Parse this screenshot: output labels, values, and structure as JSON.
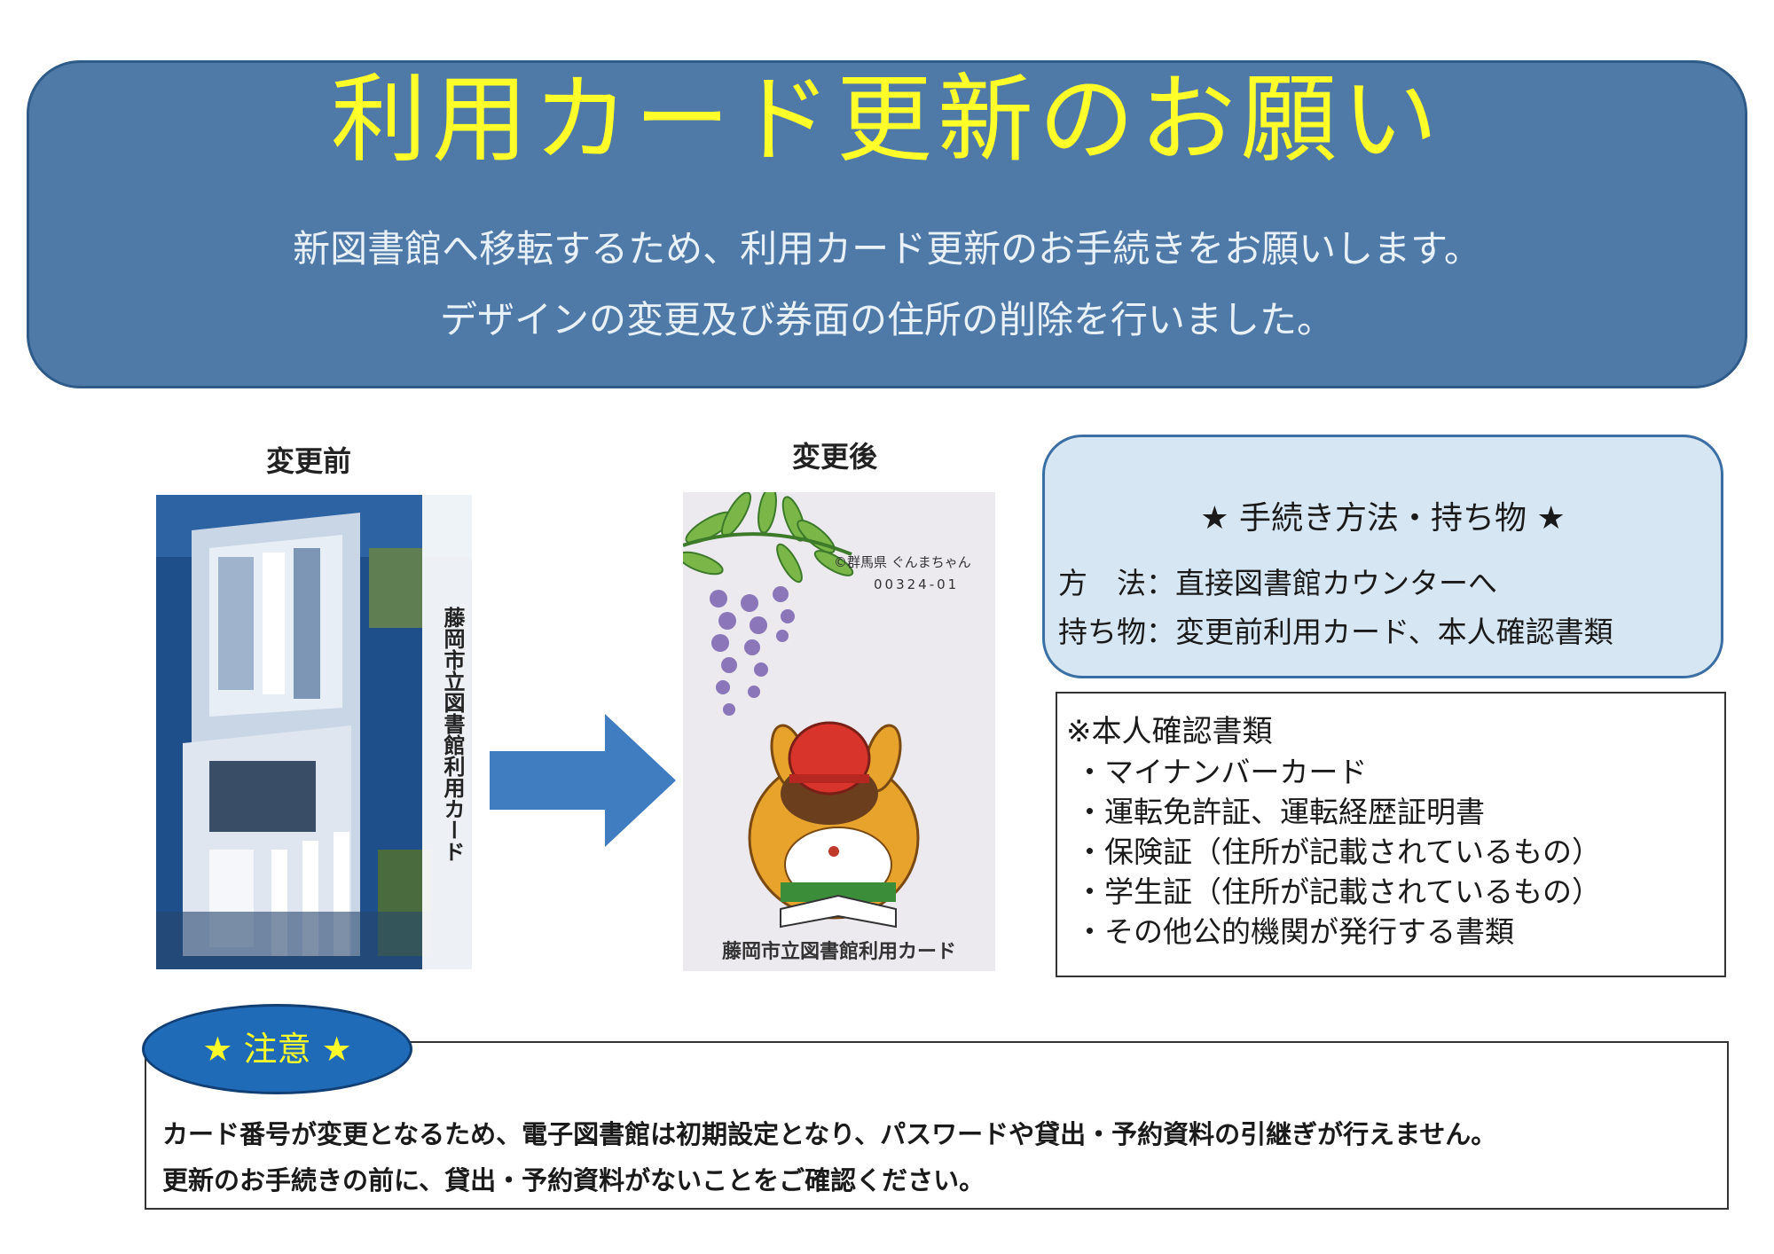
{
  "banner": {
    "title": "利用カード更新のお願い",
    "line1": "新図書館へ移転するため、利用カード更新のお手続きをお願いします。",
    "line2": "デザインの変更及び券面の住所の削除を行いました。"
  },
  "before": {
    "caption": "変更前",
    "card_text": "藤岡市立図書館利用カード"
  },
  "after": {
    "caption": "変更後",
    "copyright": "©群馬県 ぐんまちゃん",
    "code": "00324-01",
    "card_text": "藤岡市立図書館利用カード"
  },
  "procedure": {
    "title": "★ 手続き方法・持ち物 ★",
    "method_label": "方　法：",
    "method_value": "直接図書館カウンターへ",
    "items_label": "持ち物：",
    "items_value": "変更前利用カード、本人確認書類"
  },
  "id_documents": {
    "title": "※本人確認書類",
    "items": [
      "・マイナンバーカード",
      "・運転免許証、運転経歴証明書",
      "・保険証（住所が記載されているもの）",
      "・学生証（住所が記載されているもの）",
      "・その他公的機関が発行する書類"
    ]
  },
  "notice": {
    "label": "★ 注意 ★",
    "line1": "カード番号が変更となるため、電子図書館は初期設定となり、パスワードや貸出・予約資料の引継ぎが行えません。",
    "line2": "更新のお手続きの前に、貸出・予約資料がないことをご確認ください。"
  },
  "colors": {
    "banner": "#4f7aa8",
    "title_yellow": "#ffff2a",
    "arrow": "#3f7cc0",
    "notice_oval": "#1f6bb8"
  }
}
